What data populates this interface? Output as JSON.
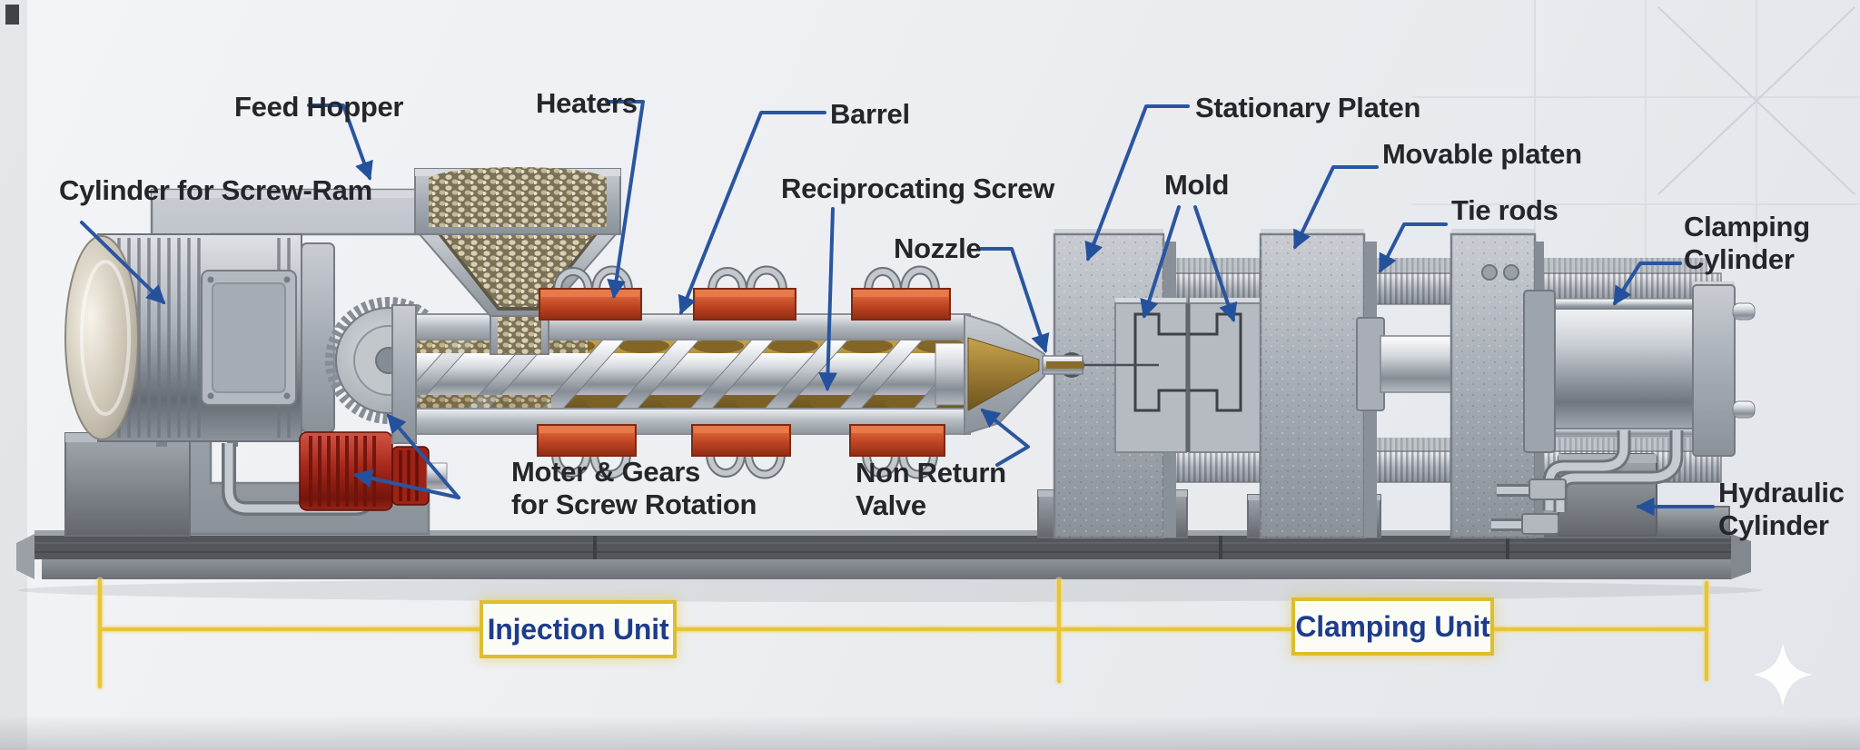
{
  "labels": {
    "cylinder_screw_ram": "Cylinder for Screw-Ram",
    "feed_hopper": "Feed Hopper",
    "heaters": "Heaters",
    "barrel": "Barrel",
    "reciprocating_screw": "Reciprocating Screw",
    "nozzle": "Nozzle",
    "stationary_platen": "Stationary Platen",
    "movable_platen": "Movable platen",
    "mold": "Mold",
    "tie_rods": "Tie rods",
    "clamping_cylinder": {
      "lines": [
        "Clamping",
        "Cylinder"
      ]
    },
    "motor_gears": {
      "lines": [
        "Moter & Gears",
        "for Screw Rotation"
      ]
    },
    "non_return_valve": {
      "lines": [
        "Non Return",
        "Valve"
      ]
    },
    "hydraulic_cylinder": {
      "lines": [
        "Hydraulic",
        "Cylinder"
      ]
    }
  },
  "units": {
    "injection": "Injection Unit",
    "clamping": "Clamping Unit"
  },
  "colors": {
    "leader_blue": "#2a55a0",
    "label_text": "#24262b",
    "unit_text": "#1d3c8c",
    "bracket_yellow": "#e6c53a",
    "heater_orange": "#c04524",
    "melt_amber": "#9a7a33",
    "gear_red": "#a6271a"
  }
}
